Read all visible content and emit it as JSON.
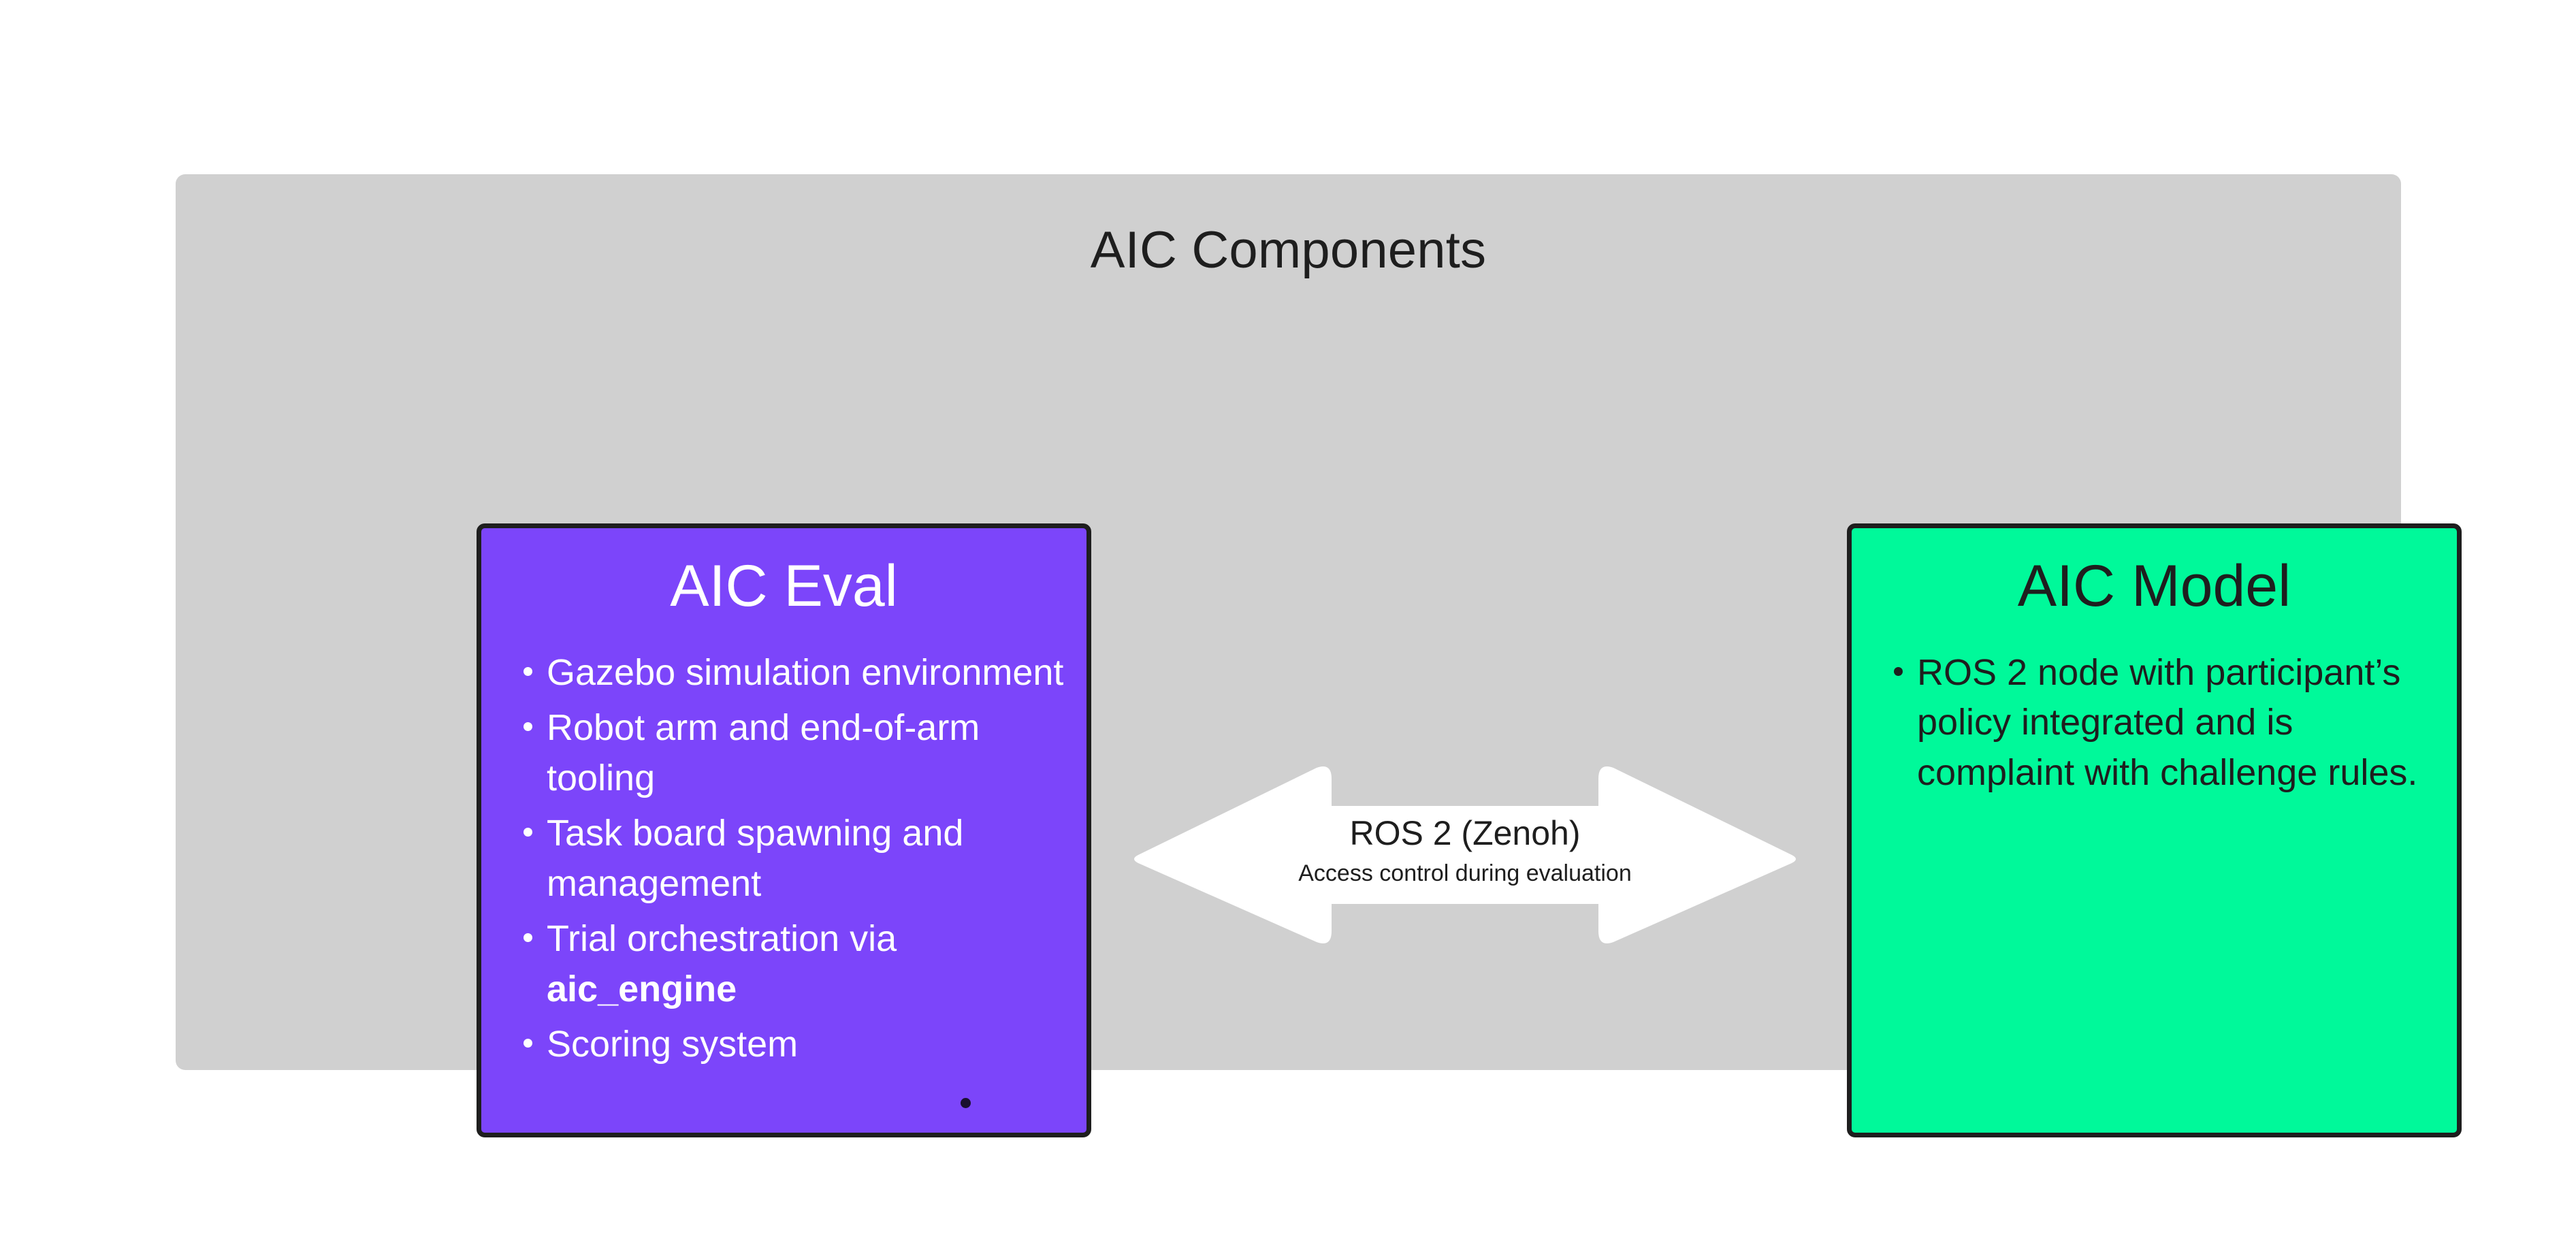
{
  "panel": {
    "title": "AIC Components",
    "background_color": "#d0d0d0"
  },
  "boxes": [
    {
      "id": "aic-eval",
      "title": "AIC Eval",
      "fill_color": "#7c45fa",
      "border_color": "#1e1e1e",
      "text_color": "#ffffff",
      "bullets": [
        {
          "text": "Gazebo simulation environment"
        },
        {
          "text": "Robot arm and end-of-arm tooling"
        },
        {
          "text": "Task board spawning and management"
        },
        {
          "text": "Trial orchestration via ",
          "bold_suffix": "aic_engine"
        },
        {
          "text": "Scoring system"
        }
      ]
    },
    {
      "id": "aic-model",
      "title": "AIC Model",
      "fill_color": "#00f99a",
      "border_color": "#1e1e1e",
      "text_color": "#1e1e1e",
      "bullets": [
        {
          "text": "ROS 2 node with participant’s policy integrated and is complaint with challenge rules."
        }
      ]
    }
  ],
  "connector": {
    "icon": "double-headed-arrow-icon",
    "fill_color": "#ffffff",
    "title": "ROS 2 (Zenoh)",
    "subtitle": "Access control during evaluation"
  }
}
